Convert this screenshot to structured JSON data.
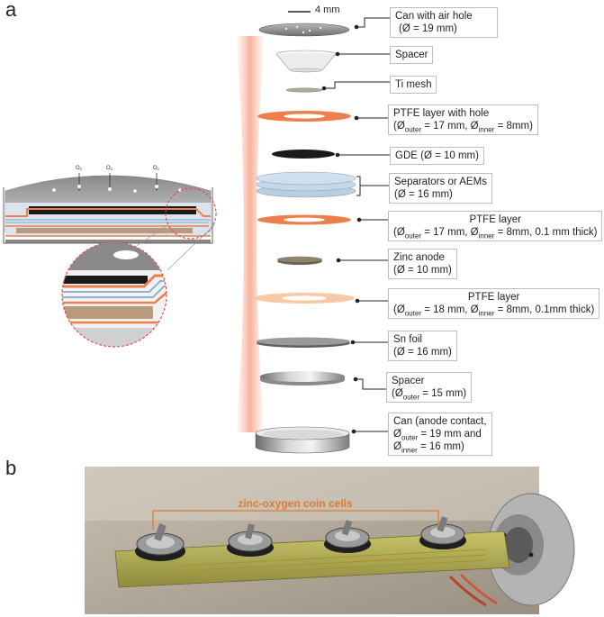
{
  "panel_a_letter": "a",
  "panel_b_letter": "b",
  "scale_bar": "4 mm",
  "oxygen_marker": "O",
  "oxygen_subscript": "2",
  "photo_caption": "zinc-oxygen coin cells",
  "labels": {
    "can_air_hole": {
      "l1": "Can with air hole",
      "l2": "(Ø = 19 mm)"
    },
    "spacer_top": {
      "l1": "Spacer"
    },
    "ti_mesh": {
      "l1": "Ti mesh"
    },
    "ptfe_hole": {
      "l1": "PTFE layer  with hole",
      "p1": "(Ø",
      "s1": "outer",
      "p2": " = 17 mm, Ø",
      "s2": "inner",
      "p3": " = 8mm)"
    },
    "gde": {
      "l1": "GDE (Ø = 10 mm)"
    },
    "separators": {
      "l1": "Separators or AEMs",
      "l2": "(Ø = 16 mm)"
    },
    "ptfe_2": {
      "l1": "PTFE layer",
      "p1": "(Ø",
      "s1": "outer",
      "p2": " = 17 mm, Ø",
      "s2": "inner",
      "p3": " = 8mm, 0.1 mm thick)"
    },
    "zinc": {
      "l1": "Zinc anode",
      "l2": "(Ø  = 10 mm)"
    },
    "ptfe_3": {
      "l1": "PTFE layer",
      "p1": "(Ø",
      "s1": "outer",
      "p2": " = 18 mm, Ø",
      "s2": "inner",
      "p3": " = 8mm, 0.1mm thick)"
    },
    "sn_foil": {
      "l1": "Sn foil",
      "l2": "(Ø  = 16 mm)"
    },
    "spacer_bottom": {
      "l1": "Spacer",
      "p1": "(Ø",
      "s1": "outer",
      "p2": " = 15 mm)"
    },
    "can_anode": {
      "l1": "Can (anode contact,",
      "p1": "Ø",
      "s1": "outer",
      "p2": " = 19 mm and",
      "p3": "Ø",
      "s2": "inner",
      "p4": " = 16 mm)"
    }
  },
  "colors": {
    "ptfe_orange": "#ee7f4c",
    "ptfe_light": "#f7c9a6",
    "separator_blue": "#b9cfe0",
    "gde_black": "#1a1a1a",
    "ti_mesh": "#a7ad8f",
    "zinc": "#6d6152",
    "sn_foil": "#7a7a7a",
    "photo_accent": "#e07a2f"
  }
}
